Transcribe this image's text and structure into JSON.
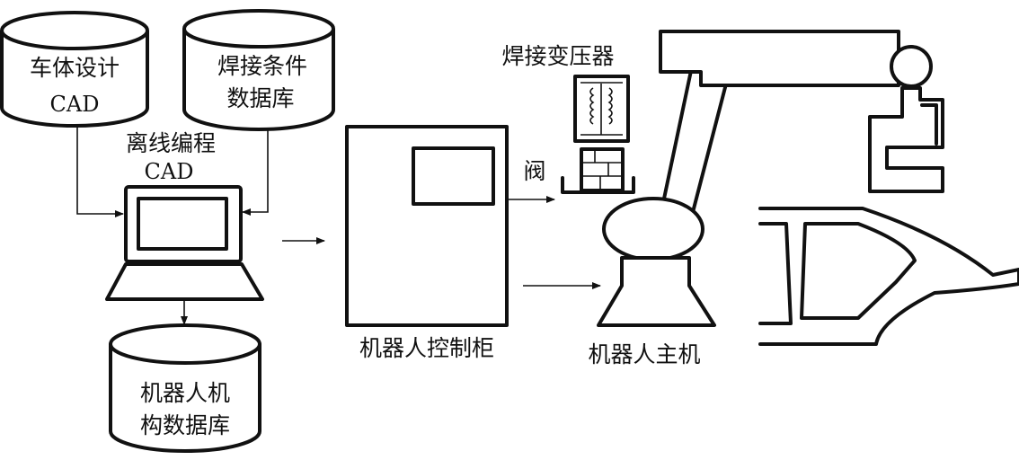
{
  "db_car_design": {
    "line1": "车体设计",
    "line2": "CAD"
  },
  "db_weld_conditions": {
    "line1": "焊接条件",
    "line2": "数据库"
  },
  "offline_programming": {
    "line1": "离线编程",
    "line2": "CAD"
  },
  "db_robot_mechanism": {
    "line1": "机器人机",
    "line2": "构数据库"
  },
  "robot_controller": {
    "label": "机器人控制柜"
  },
  "weld_transformer": {
    "label": "焊接变压器"
  },
  "valve": {
    "label": "阀"
  },
  "robot_main": {
    "label": "机器人主机"
  }
}
